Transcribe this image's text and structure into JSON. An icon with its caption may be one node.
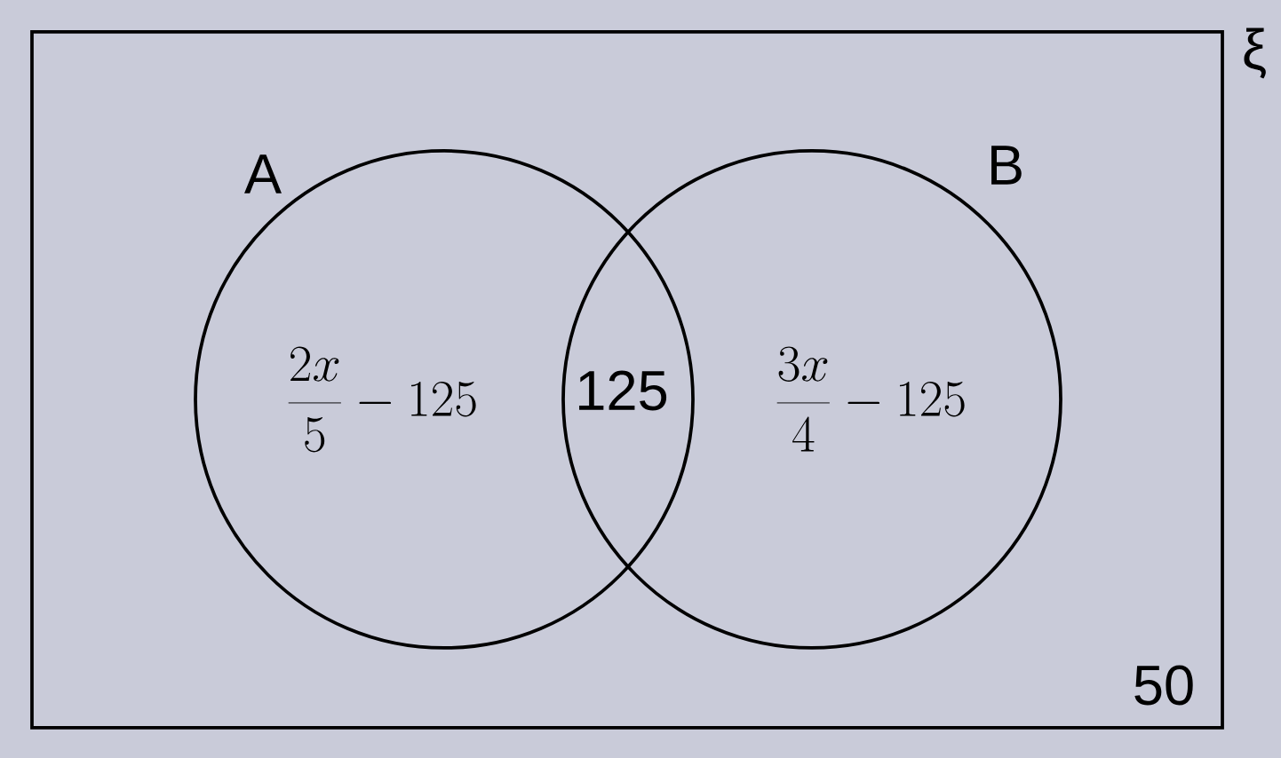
{
  "diagram": {
    "nodes": [
      {
        "text": [
          "ξ"
        ]
      },
      {
        "text": [
          "A"
        ],
        "in": 0
      },
      {
        "text": [
          "B"
        ],
        "in": 0
      }
    ],
    "labels": [
      "\\frac{2x}{5}-125",
      "125",
      "\\frac{3x}{4}-125",
      "50"
    ]
  }
}
